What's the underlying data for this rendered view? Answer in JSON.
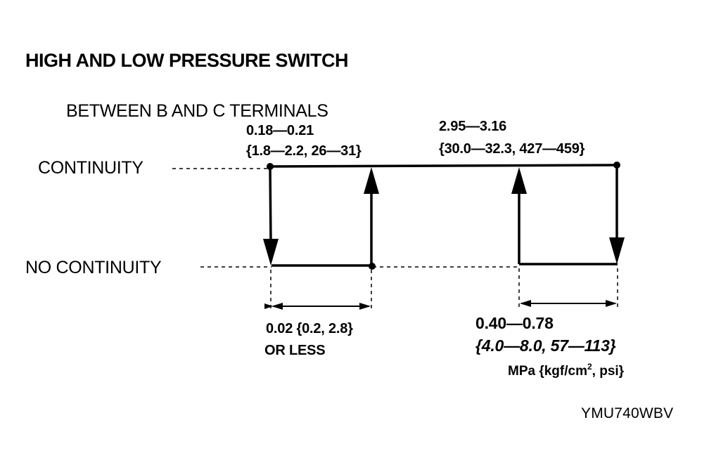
{
  "title": "HIGH AND LOW PRESSURE SWITCH",
  "subtitle": "BETWEEN B AND C TERMINALS",
  "states": {
    "continuity": "CONTINUITY",
    "no_continuity": "NO CONTINUITY"
  },
  "low_side": {
    "switch_on_line1": "0.18—0.21",
    "switch_on_line2": "{1.8—2.2, 26—31}",
    "hysteresis_line1": "0.02 {0.2, 2.8}",
    "hysteresis_line2": "OR LESS"
  },
  "high_side": {
    "switch_off_line1": "2.95—3.16",
    "switch_off_line2": "{30.0—32.3, 427—459}",
    "hysteresis_line1": "0.40—0.78",
    "hysteresis_line2": "{4.0—8.0, 57—113}"
  },
  "units": {
    "prefix": "MPa {kgf/cm",
    "superscript": "2",
    "suffix": ", psi}"
  },
  "figure_code": "YMU740WBV",
  "colors": {
    "ink": "#000000",
    "paper": "#ffffff"
  }
}
